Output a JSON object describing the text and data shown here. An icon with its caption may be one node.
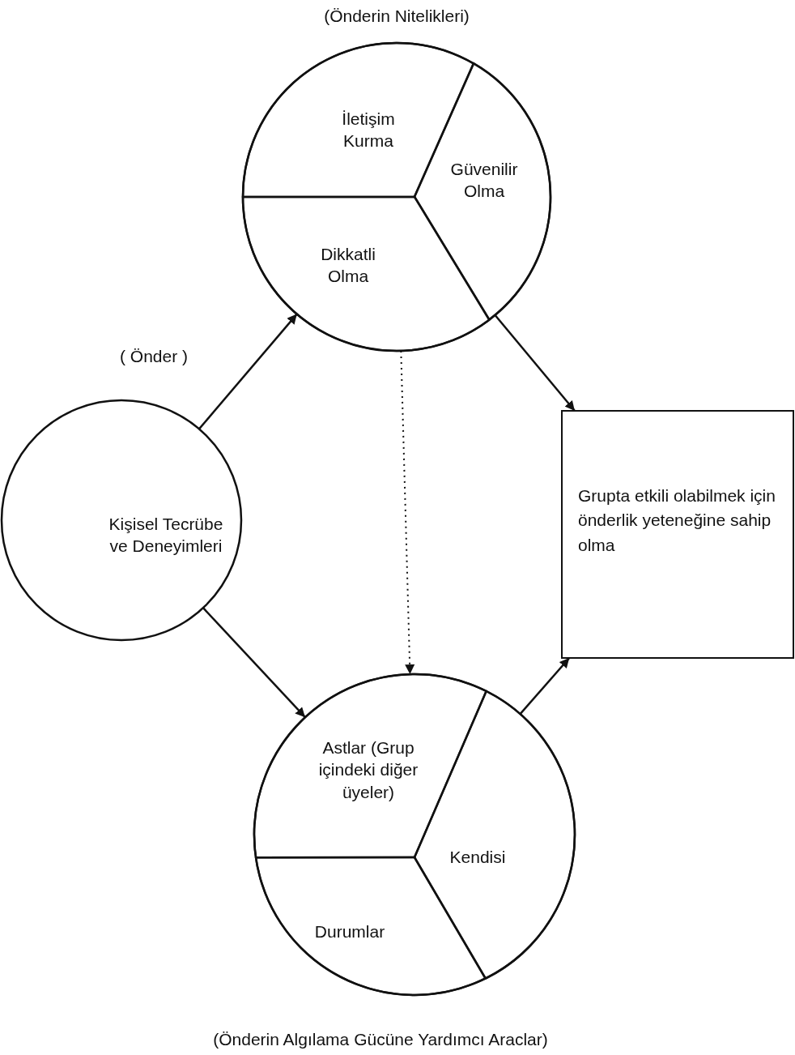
{
  "diagram": {
    "nodes": [
      {
        "text": [
          "(Önderin Nitelikleri)"
        ]
      },
      {
        "text": [
          "İletişim Kurma"
        ],
        "in": 0
      },
      {
        "text": [
          "Güvenilir Olma"
        ],
        "in": 0
      },
      {
        "text": [
          "Dikkatli Olma"
        ],
        "in": 0
      },
      {
        "text": [
          "( Önder )",
          "Kişisel Tecrübe ve Deneyimleri"
        ]
      },
      {
        "text": [
          "Grupta etkili olabilmek için önderlik yeteneğine sahip olma"
        ]
      },
      {
        "text": [
          "(Önderin Algılama Gücüne Yardımcı Araclar)"
        ]
      },
      {
        "text": [
          "Astlar (Grup içindeki diğer üyeler)"
        ],
        "in": 6
      },
      {
        "text": [
          "Kendisi"
        ],
        "in": 6
      },
      {
        "text": [
          "Durumlar"
        ],
        "in": 6
      }
    ],
    "edges": [
      {
        "from": 4,
        "to": 0,
        "arrow": "to"
      },
      {
        "from": 0,
        "to": 5,
        "arrow": "to"
      },
      {
        "from": 0,
        "to": 6,
        "arrow": "to",
        "style": "dashed"
      },
      {
        "from": 4,
        "to": 6,
        "arrow": "to"
      },
      {
        "from": 6,
        "to": 5,
        "arrow": "to"
      }
    ]
  }
}
